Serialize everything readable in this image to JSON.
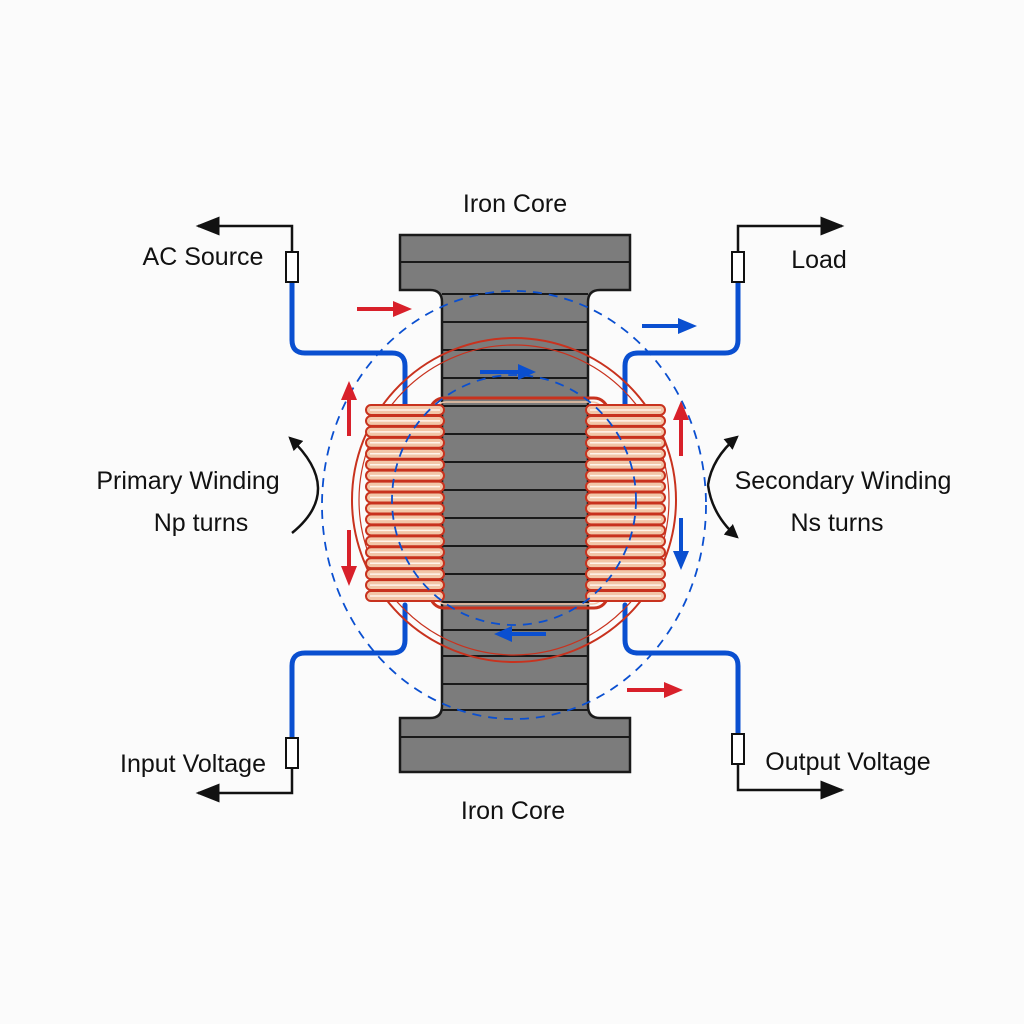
{
  "title": "Transformer Diagram",
  "labels": {
    "core_top": "Iron Core",
    "core_bottom": "Iron Core",
    "ac_source": "AC Source",
    "load": "Load",
    "input_voltage": "Input Voltage",
    "output_voltage": "Output Voltage",
    "primary_name": "Primary Winding",
    "primary_turns": "Np turns",
    "secondary_name": "Secondary Winding",
    "secondary_turns": "Ns turns"
  },
  "colors": {
    "core": "#7c7c7c",
    "core_stroke": "#1a1a1a",
    "wire": "#0a4fd0",
    "coil": "#c8321e",
    "coil_fill": "#f2c6a8",
    "current_arrow": "#d8202a",
    "flux_arrow": "#0a4fd0"
  }
}
